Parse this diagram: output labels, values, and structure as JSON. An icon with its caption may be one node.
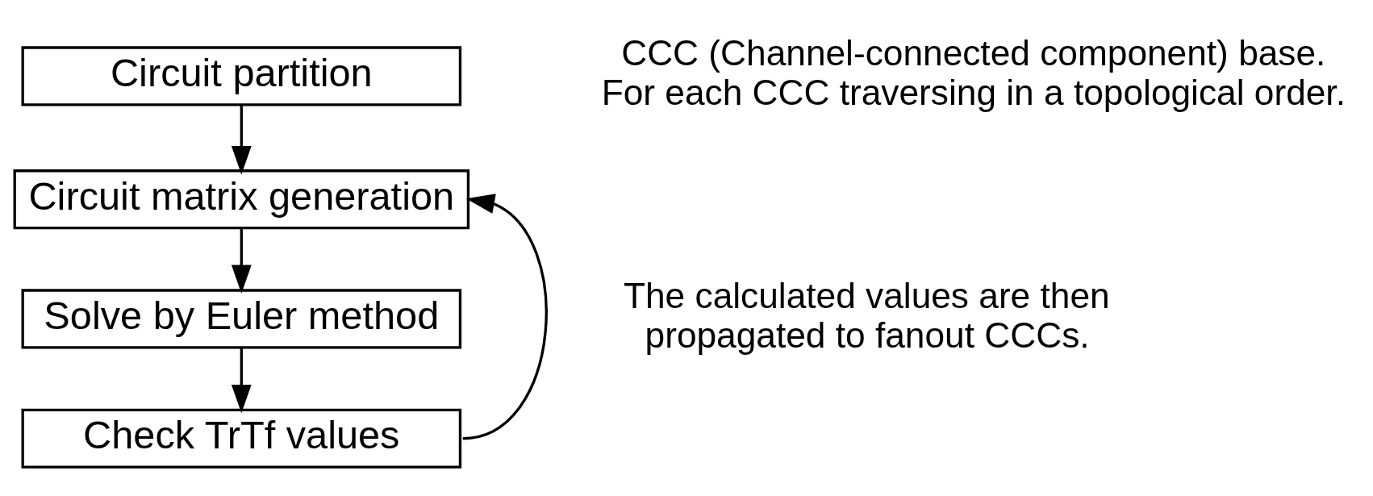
{
  "diagram": {
    "nodes": [
      {
        "text": [
          "Circuit partition"
        ],
        "beside": [
          "CCC (Channel-connected component) base.",
          "For each CCC traversing in a topological order."
        ]
      },
      {
        "text": [
          "Circuit matrix generation"
        ]
      },
      {
        "text": [
          "Solve by Euler method"
        ]
      },
      {
        "text": [
          "Check TrTf values"
        ]
      }
    ],
    "edges": [
      {
        "from": 0,
        "to": 1,
        "arrow": "to"
      },
      {
        "from": 1,
        "to": 2,
        "arrow": "to"
      },
      {
        "from": 2,
        "to": 3,
        "arrow": "to"
      },
      {
        "from": 3,
        "to": 1,
        "arrow": "to",
        "label": "The calculated values are then propagated to fanout CCCs."
      }
    ]
  }
}
